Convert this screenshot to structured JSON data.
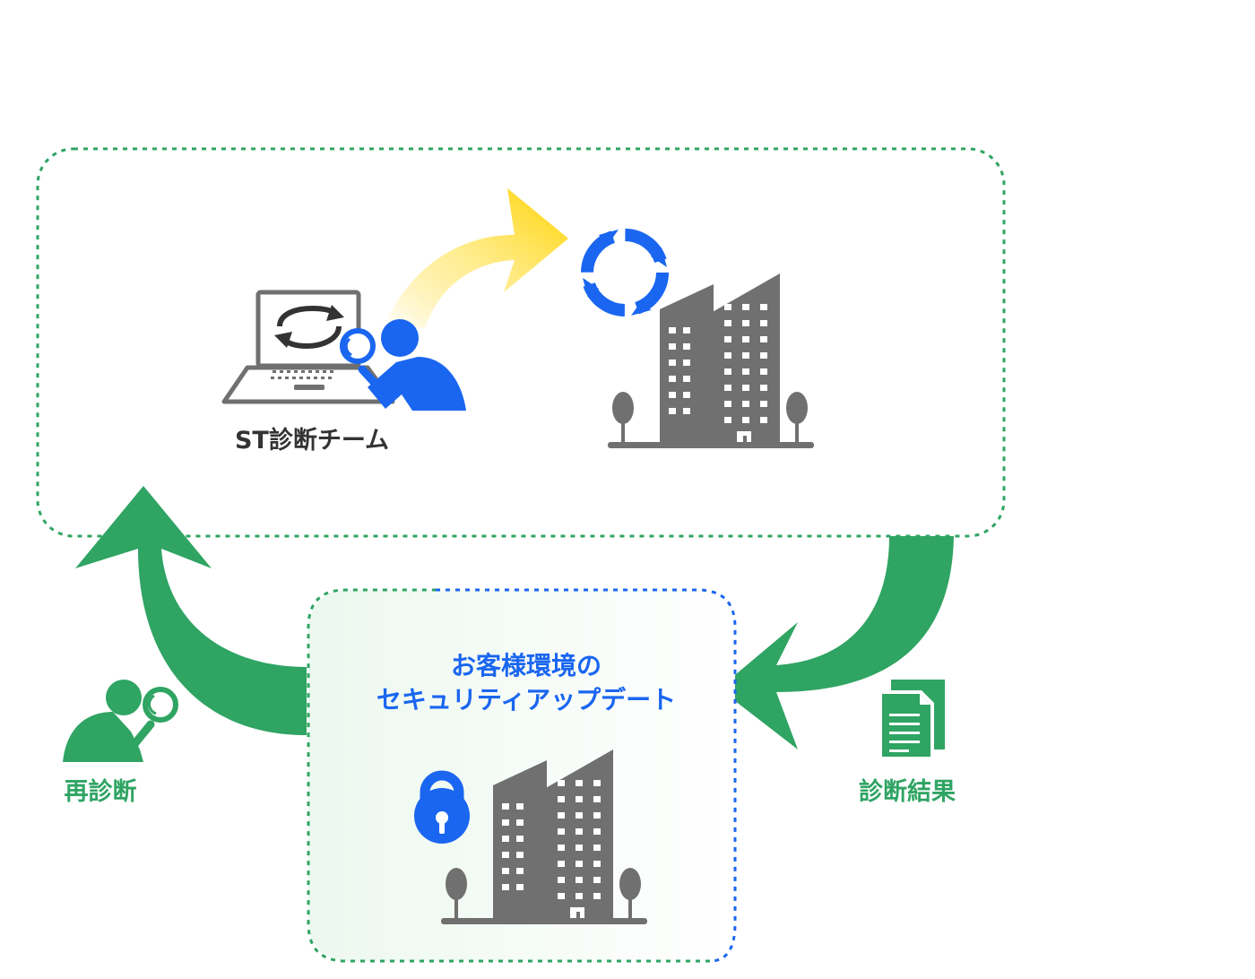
{
  "colors": {
    "green": "#2fa463",
    "blue": "#1a66f0",
    "gray": "#707070",
    "yellow": "#ffd200",
    "dark_text": "#333333"
  },
  "icons": [
    "laptop-refresh-icon",
    "person-magnifier-icon",
    "refresh-cycle-icon",
    "building-icon",
    "lock-icon",
    "document-icon"
  ],
  "team_label": "ST診断チーム",
  "update_box": {
    "line1": "お客様環境の",
    "line2": "セキュリティアップデート"
  },
  "result_label": "診断結果",
  "rediag_label": "再診断"
}
